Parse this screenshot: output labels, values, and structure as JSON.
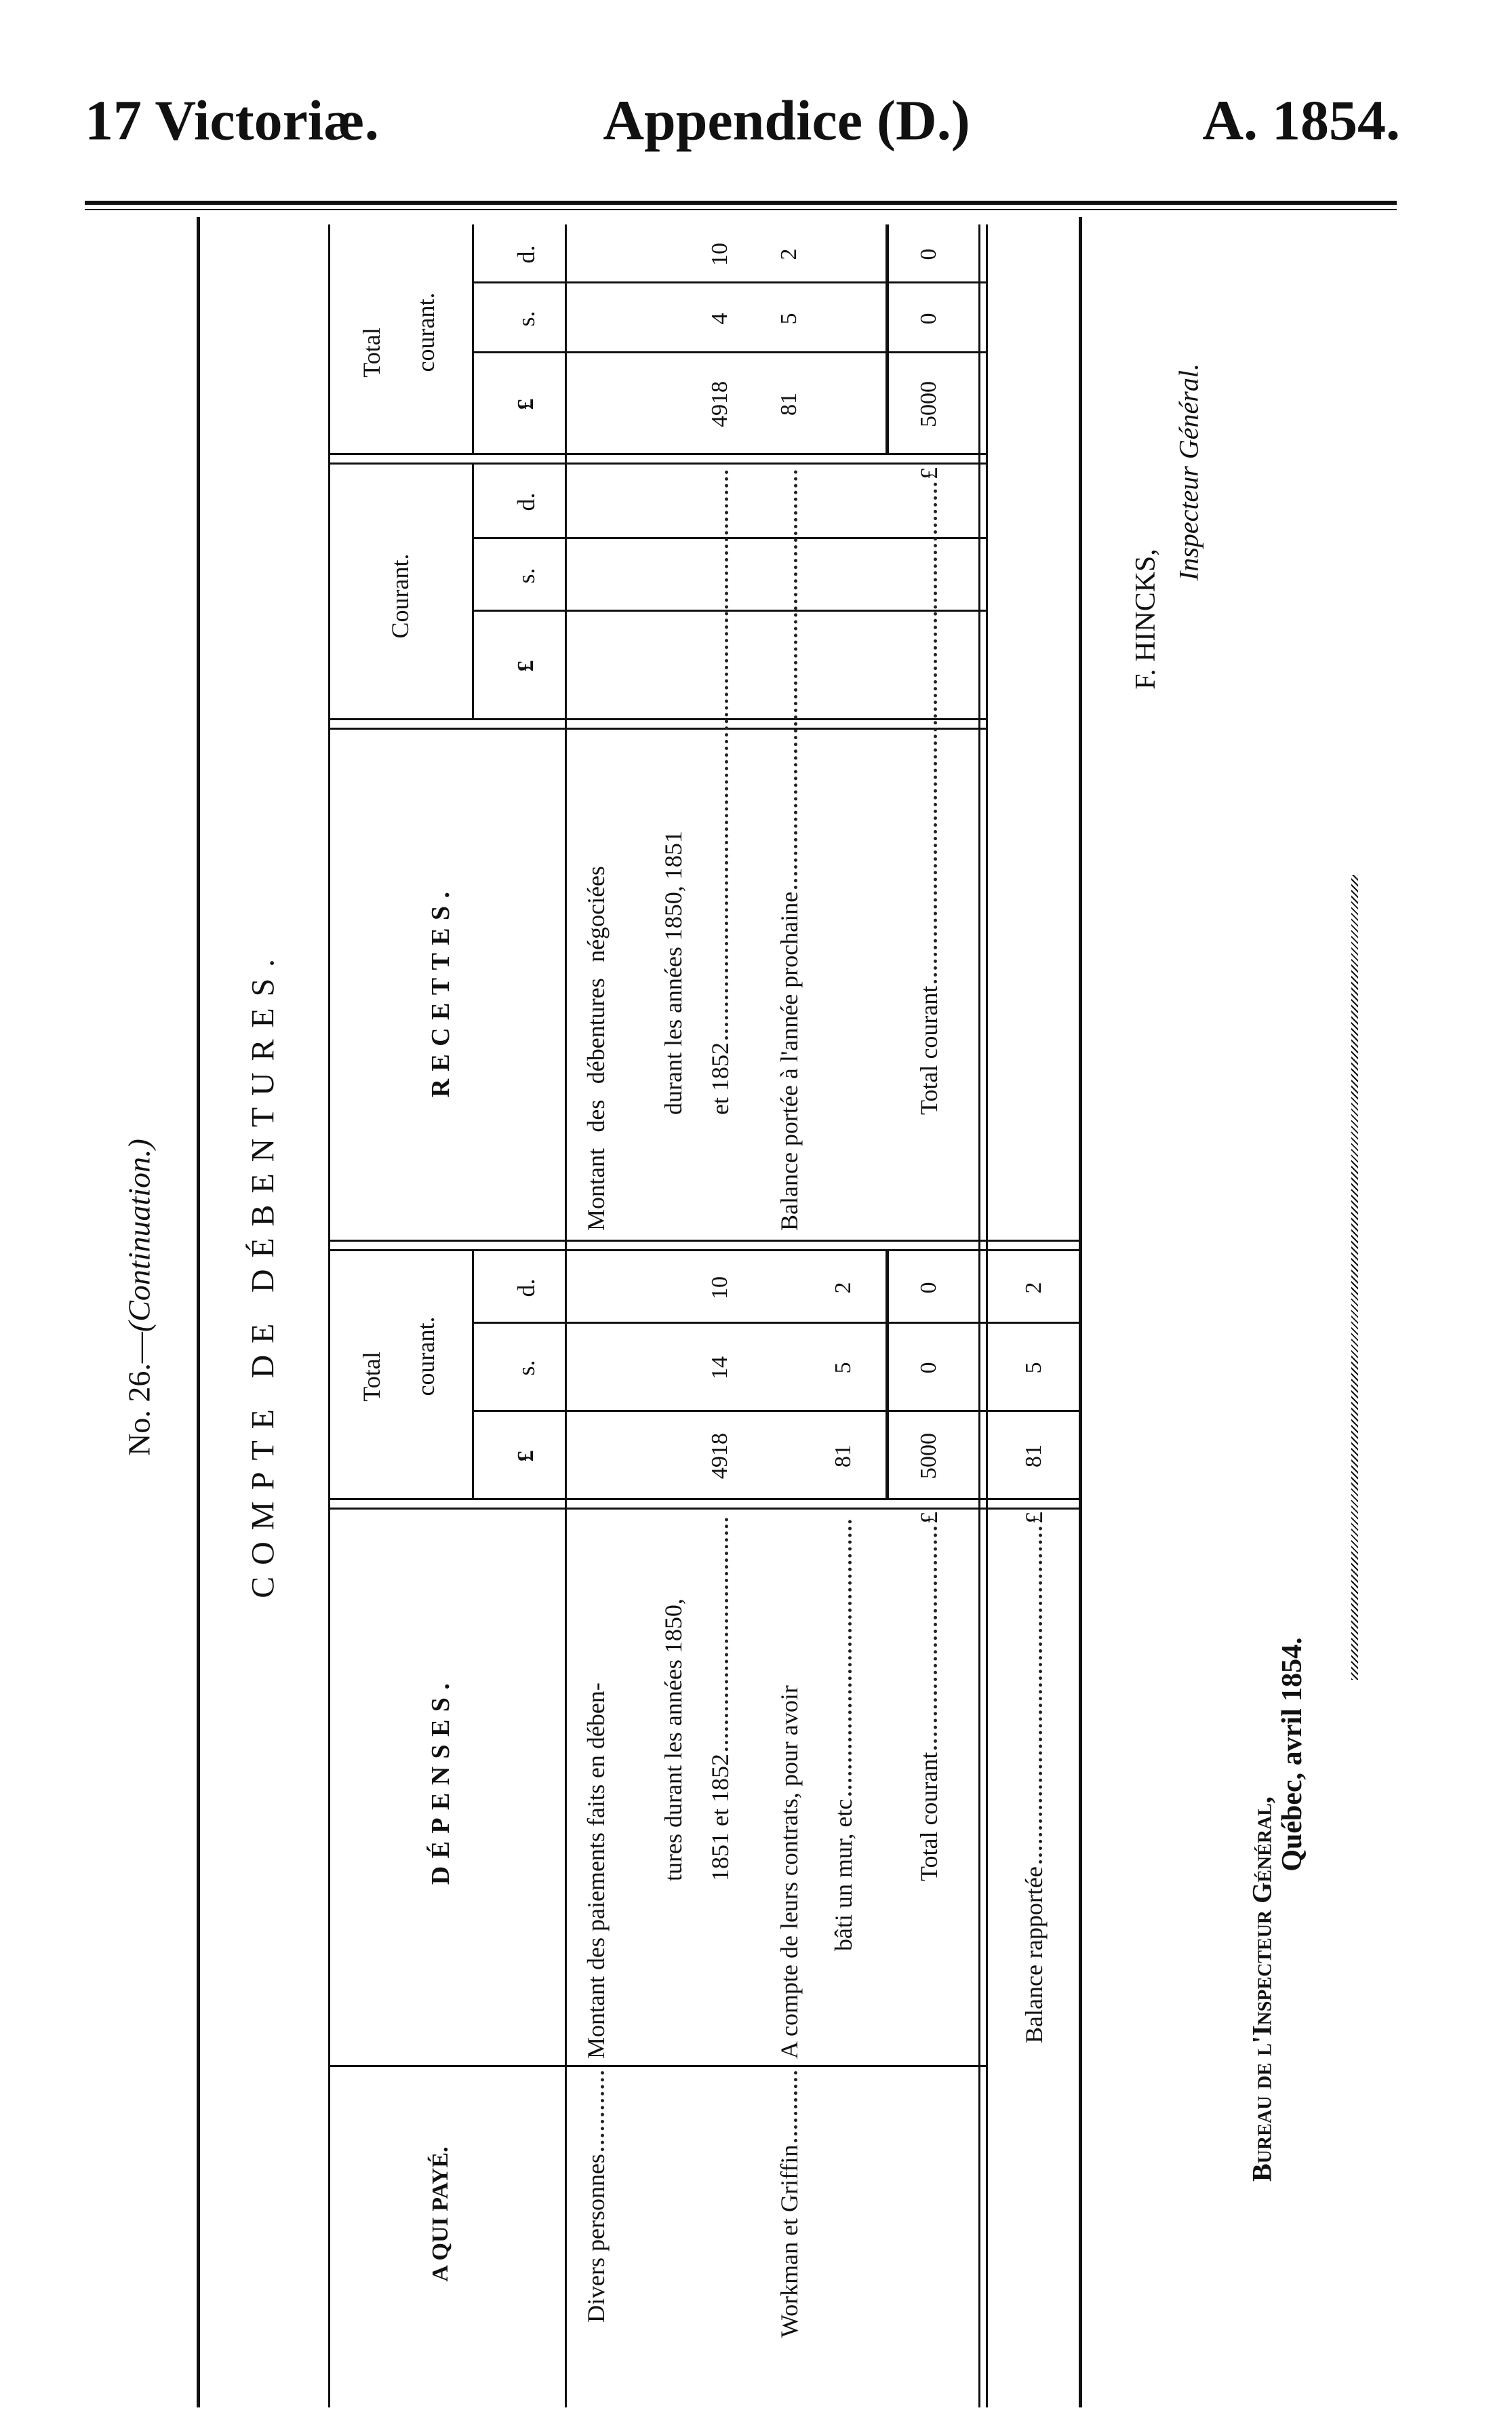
{
  "header": {
    "left": "17 Victoriæ.",
    "center": "Appendice (D.)",
    "right": "A. 1854."
  },
  "doc": {
    "number": "No. 26.—",
    "continuation": "(Continuation.)",
    "title": "COMPTE DE DÉBENTURES."
  },
  "table": {
    "headers": {
      "payee": "A QUI PAYÉ.",
      "depenses": "DÉPENSES.",
      "total_top": "Total",
      "total_bottom": "courant.",
      "recettes": "RECETTES.",
      "courant": "Courant.",
      "pound": "£",
      "shilling": "s.",
      "pence": "d."
    },
    "depenses": [
      {
        "payee": "Divers personnes",
        "lines": [
          "Montant des paiements faits en dében-",
          "tures durant  les années 1850,",
          "1851 et 1852"
        ],
        "amount": {
          "l": "4918",
          "s": "14",
          "d": "10"
        }
      },
      {
        "payee": "Workman et Griffin",
        "lines": [
          "A compte de leurs contrats, pour avoir",
          "bâti un mur, etc"
        ],
        "amount": {
          "l": "81",
          "s": "5",
          "d": "2"
        }
      }
    ],
    "depenses_total": {
      "label": "Total courant",
      "currency": "£",
      "amount": {
        "l": "5000",
        "s": "0",
        "d": "0"
      }
    },
    "balance_rapportee": {
      "label": "Balance rapportée",
      "currency": "£",
      "amount": {
        "l": "81",
        "s": "5",
        "d": "2"
      }
    },
    "recettes": [
      {
        "lines": [
          "Montant des débentures  négociées",
          "durant les années 1850, 1851",
          "et 1852"
        ],
        "amount": {
          "l": "4918",
          "s": "4",
          "d": "10"
        }
      },
      {
        "lines": [
          "Balance portée à l'année prochaine"
        ],
        "amount": {
          "l": "81",
          "s": "5",
          "d": "2"
        }
      }
    ],
    "recettes_total": {
      "label": "Total courant",
      "currency": "£",
      "amount": {
        "l": "5000",
        "s": "0",
        "d": "0"
      }
    }
  },
  "signature": {
    "name": "F. HINCKS,",
    "title": "Inspecteur Général."
  },
  "office": {
    "bureau": "Bureau de l'Inspecteur Général,",
    "place_date": "Québec, avril 1854."
  }
}
